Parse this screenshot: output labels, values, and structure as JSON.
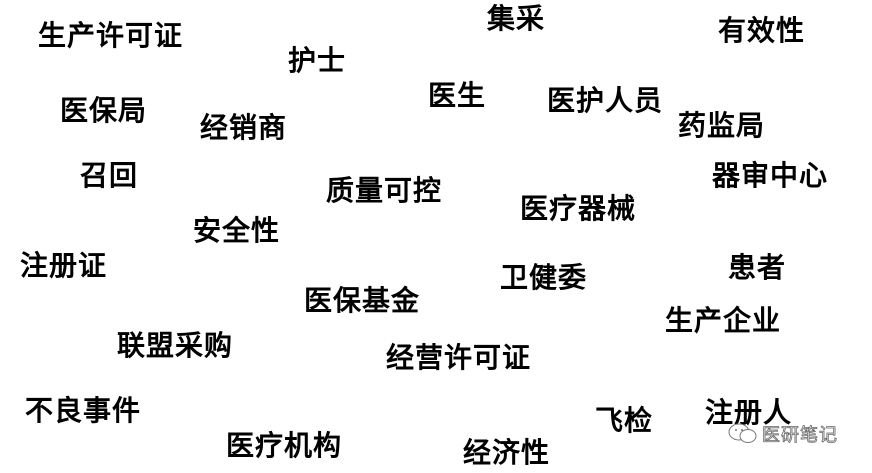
{
  "words": [
    "生产许可证",
    "集采",
    "有效性",
    "护士",
    "医保局",
    "医生",
    "医护人员",
    "经销商",
    "药监局",
    "召回",
    "质量可控",
    "器审中心",
    "医疗器械",
    "安全性",
    "注册证",
    "患者",
    "卫健委",
    "医保基金",
    "生产企业",
    "联盟采购",
    "经营许可证",
    "不良事件",
    "飞检",
    "注册人",
    "医疗机构",
    "经济性"
  ],
  "watermark": {
    "icon": "wechat-icon",
    "text": "医研笔记"
  }
}
